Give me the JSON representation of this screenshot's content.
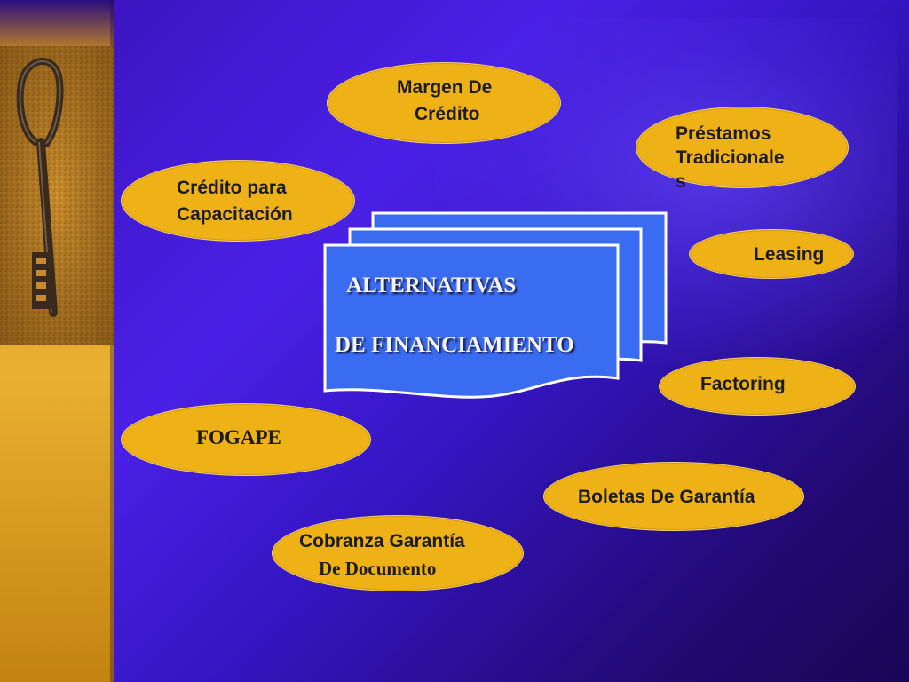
{
  "colors": {
    "background": "#3a14c0",
    "oval_fill": "#eeb217",
    "document_fill": "#3a6cf2",
    "document_border": "#ffffff",
    "title_text": "#f4f4f4"
  },
  "center": {
    "icon": "document-stack-icon",
    "line1": "ALTERNATIVAS",
    "line2": "DE FINANCIAMIENTO"
  },
  "ovals": {
    "margen": {
      "line1": "Margen De",
      "line2": "Crédito"
    },
    "prestamos": {
      "line1": "Préstamos",
      "line2": "Tradicionale",
      "line3": "s"
    },
    "capacitacion": {
      "line1": "Crédito para",
      "line2": "Capacitación"
    },
    "leasing": {
      "line1": "Leasing"
    },
    "factoring": {
      "line1": "Factoring"
    },
    "fogape": {
      "line1": "FOGAPE"
    },
    "boletas": {
      "line1": "Boletas De Garantía"
    },
    "cobranza": {
      "line1": "Cobranza Garantía",
      "line2": "De Documento"
    }
  },
  "decor": {
    "key_icon": "antique-key-icon"
  }
}
